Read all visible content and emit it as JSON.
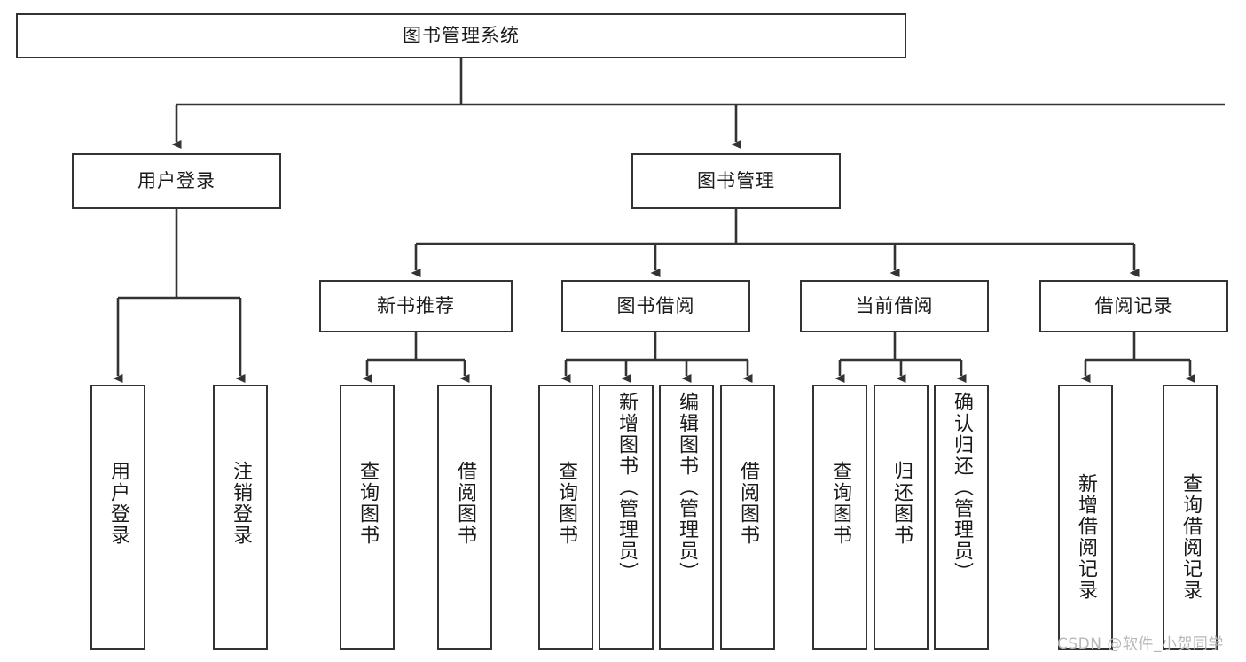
{
  "diagram": {
    "type": "tree",
    "title": "图书管理系统",
    "root": {
      "id": "root",
      "label": "图书管理系统"
    },
    "level1": [
      {
        "id": "user-login",
        "label": "用户登录"
      },
      {
        "id": "book-manage",
        "label": "图书管理"
      }
    ],
    "level2": [
      {
        "id": "new-book-recommend",
        "label": "新书推荐",
        "parent": "book-manage"
      },
      {
        "id": "book-borrow",
        "label": "图书借阅",
        "parent": "book-manage"
      },
      {
        "id": "current-borrow",
        "label": "当前借阅",
        "parent": "book-manage"
      },
      {
        "id": "borrow-record",
        "label": "借阅记录",
        "parent": "book-manage"
      }
    ],
    "leaves": [
      {
        "id": "leaf-user-login",
        "label": "用户登录",
        "parent": "user-login"
      },
      {
        "id": "leaf-user-logout",
        "label": "注销登录",
        "parent": "user-login"
      },
      {
        "id": "leaf-query-book-1",
        "label": "查询图书",
        "parent": "new-book-recommend"
      },
      {
        "id": "leaf-borrow-book-1",
        "label": "借阅图书",
        "parent": "new-book-recommend"
      },
      {
        "id": "leaf-query-book-2",
        "label": "查询图书",
        "parent": "book-borrow"
      },
      {
        "id": "leaf-add-book",
        "label": "新增图书（管理员）",
        "parent": "book-borrow"
      },
      {
        "id": "leaf-edit-book",
        "label": "编辑图书（管理员）",
        "parent": "book-borrow"
      },
      {
        "id": "leaf-borrow-book-2",
        "label": "借阅图书",
        "parent": "book-borrow"
      },
      {
        "id": "leaf-query-book-3",
        "label": "查询图书",
        "parent": "current-borrow"
      },
      {
        "id": "leaf-return-book",
        "label": "归还图书",
        "parent": "current-borrow"
      },
      {
        "id": "leaf-confirm-return",
        "label": "确认归还（管理员）",
        "parent": "current-borrow"
      },
      {
        "id": "leaf-add-record",
        "label": "新增借阅记录",
        "parent": "borrow-record"
      },
      {
        "id": "leaf-query-record",
        "label": "查询借阅记录",
        "parent": "borrow-record"
      }
    ],
    "colors": {
      "box_border": "#333333",
      "box_fill": "#ffffff",
      "connector": "#333333",
      "text": "#1a1a1a",
      "watermark": "#b8b8b8"
    }
  },
  "watermark": {
    "text": "CSDN @软件_小贺同学"
  }
}
